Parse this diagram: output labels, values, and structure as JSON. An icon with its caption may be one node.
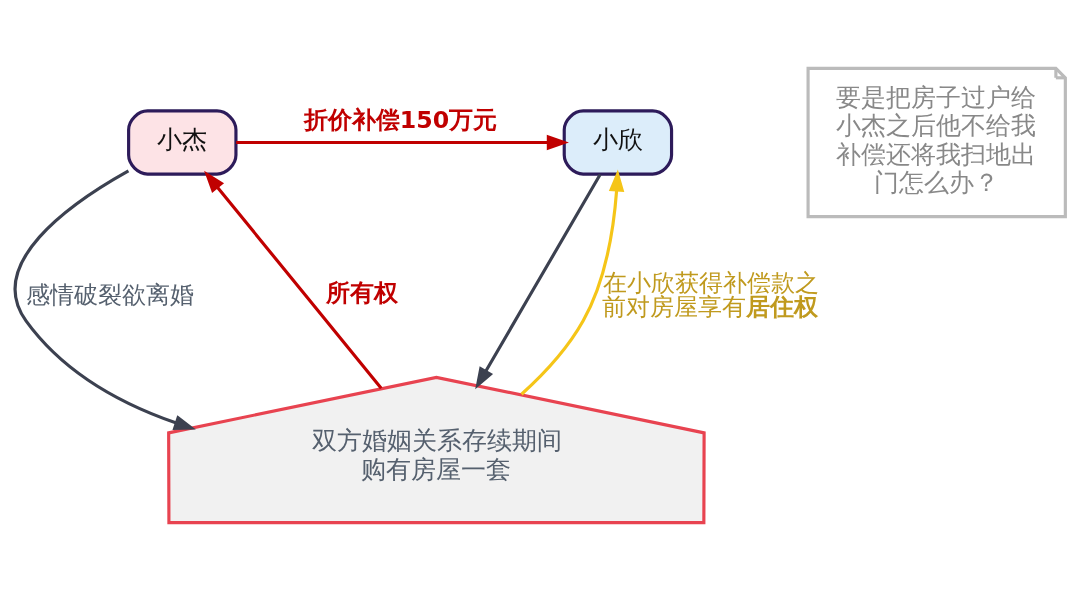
{
  "diagram": {
    "nodes": [
      {
        "text": [
          "小杰"
        ]
      },
      {
        "text": [
          "小欣"
        ]
      },
      {
        "text": [
          "要是把房子过户给小杰之后他不给我补偿还将我扫地出门怎么办？"
        ]
      },
      {
        "text": [
          "双方婚姻关系存续期间购有房屋一套"
        ]
      }
    ],
    "edges": [
      {
        "from": 0,
        "to": 1,
        "arrow": "to",
        "label": "折价补偿150万元",
        "color": "#c00000"
      },
      {
        "from": 0,
        "to": 3,
        "arrow": "to",
        "label": "感情破裂欲离婚",
        "color": "#3c4150"
      },
      {
        "from": 1,
        "to": 3,
        "arrow": "to",
        "color": "#3c4150"
      },
      {
        "from": 3,
        "to": 0,
        "arrow": "to",
        "label": "所有权",
        "color": "#c00000"
      },
      {
        "from": 3,
        "to": 1,
        "arrow": "to",
        "label": "在小欣获得补偿款之前对房屋享有**居住权**",
        "color": "#f5c518"
      }
    ]
  }
}
